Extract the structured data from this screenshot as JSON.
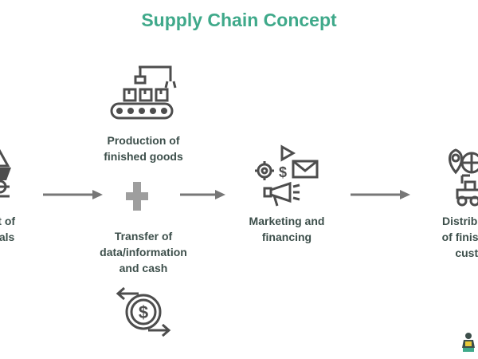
{
  "title": "Supply Chain Concept",
  "steps": {
    "procurement": {
      "line1": "ent of",
      "line2": "erials",
      "icon": "cart-icon"
    },
    "production": {
      "line1": "Production of",
      "line2": "finished goods",
      "icon": "factory-conveyor-icon"
    },
    "transfer": {
      "line1": "Transfer of",
      "line2": "data/information",
      "line3": "and cash",
      "icon": "cash-exchange-icon"
    },
    "marketing": {
      "line1": "Marketing and",
      "line2": "financing",
      "icon": "marketing-megaphone-icon"
    },
    "distribution": {
      "line1": "Distributio",
      "line2": "of finished",
      "line3": "custo",
      "icon": "delivery-truck-icon"
    }
  },
  "colors": {
    "title": "#3fa98a",
    "text": "#3d4f4b",
    "icon": "#4d4d4d",
    "arrow": "#777777",
    "plus": "#9e9e9e"
  }
}
